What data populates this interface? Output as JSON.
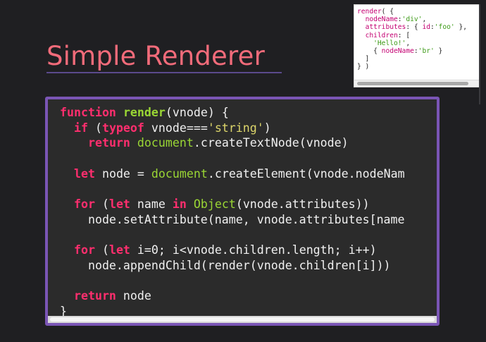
{
  "slide": {
    "title": "Simple Renderer",
    "colors": {
      "background": "#1f1f22",
      "title": "#f26b7a",
      "frame": "#7a55b5",
      "keyword": "#ff2e6e",
      "global": "#9ad634",
      "string": "#dcd56a"
    }
  },
  "mini_code": {
    "l1": {
      "fn": "render",
      "p": "( {"
    },
    "l2": {
      "ind": "  ",
      "key": "nodeName",
      "p": ":",
      "str": "'div'",
      "end": ","
    },
    "l3": {
      "ind": "  ",
      "key": "attributes",
      "p": ": { ",
      "k2": "id",
      "p2": ":",
      "str": "'foo'",
      "end": " },"
    },
    "l4": {
      "ind": "  ",
      "key": "children",
      "p": ": ["
    },
    "l5": {
      "ind": "    ",
      "str": "'Hello!'",
      "end": ","
    },
    "l6": {
      "ind": "    ",
      "p": "{ ",
      "key": "nodeName",
      "p2": ":",
      "str": "'br'",
      "end": " }"
    },
    "l7": {
      "text": "  ]"
    },
    "l8": {
      "text": "} )"
    }
  },
  "code": {
    "l1": {
      "kw": "function",
      "sp": " ",
      "fn": "render",
      "rest": "(vnode) {"
    },
    "l2": {
      "ind": "  ",
      "kw": "if",
      "a": " (",
      "kw2": "typeof",
      "b": " vnode===",
      "str": "'string'",
      "c": ")"
    },
    "l3": {
      "ind": "    ",
      "kw": "return",
      "sp": " ",
      "gl": "document",
      "rest": ".createTextNode(vnode)"
    },
    "l5": {
      "ind": "  ",
      "kw": "let",
      "a": " node = ",
      "gl": "document",
      "rest": ".createElement(vnode.nodeNam"
    },
    "l7": {
      "ind": "  ",
      "kw": "for",
      "a": " (",
      "kw2": "let",
      "b": " name ",
      "kw3": "in",
      "sp": " ",
      "gl": "Object",
      "rest": "(vnode.attributes))"
    },
    "l8": {
      "text": "    node.setAttribute(name, vnode.attributes[name"
    },
    "l10": {
      "ind": "  ",
      "kw": "for",
      "a": " (",
      "kw2": "let",
      "rest": " i=0; i<vnode.children.length; i++)"
    },
    "l11": {
      "text": "    node.appendChild(render(vnode.children[i]))"
    },
    "l13": {
      "ind": "  ",
      "kw": "return",
      "rest": " node"
    },
    "l14": {
      "text": "}"
    }
  }
}
